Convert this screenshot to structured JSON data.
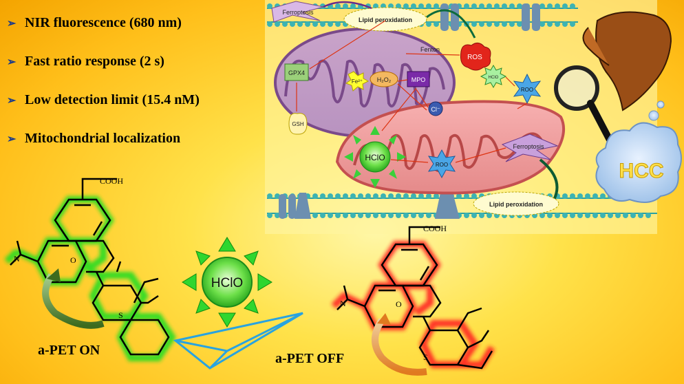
{
  "bullets": [
    {
      "text": "NIR fluorescence (680 nm)"
    },
    {
      "text": "Fast ratio response (2 s)"
    },
    {
      "text": "Low detection limit (15.4 nM)"
    },
    {
      "text": "Mitochondrial localization"
    }
  ],
  "panel": {
    "ferroptosis_top": "Ferroptosis",
    "lipid_peroxidation_top": "Lipid peroxidation",
    "fenton": "Fenton",
    "ros": "ROS",
    "gpx4": "GPX4",
    "fe": "Fe²⁺",
    "h2o2": "H₂O₂",
    "mpo": "MPO",
    "hclo_small": "HClO",
    "roo_right": "ROO",
    "cl": "Cl⁻",
    "gsh": "GSH",
    "hclo_big": "HClO",
    "roo_center": "ROO",
    "ferroptosis_bottom": "Ferroptosis",
    "lipid_peroxidation_bottom": "Lipid peroxidation",
    "hcc": "HCC"
  },
  "molecules": {
    "cooh_left": "COOH",
    "cooh_right": "COOH",
    "o_plus_left": "O",
    "o_plus_right": "O",
    "s_left": "S",
    "s_right": "S",
    "n_left": "N",
    "n_right": "N",
    "pet_on": "a-PET ON",
    "pet_off": "a-PET OFF",
    "hclo_sun": "HClO"
  },
  "colors": {
    "green_glow": "#22dd22",
    "red_glow": "#ff2020",
    "arrow_blue": "#29a3e0"
  }
}
